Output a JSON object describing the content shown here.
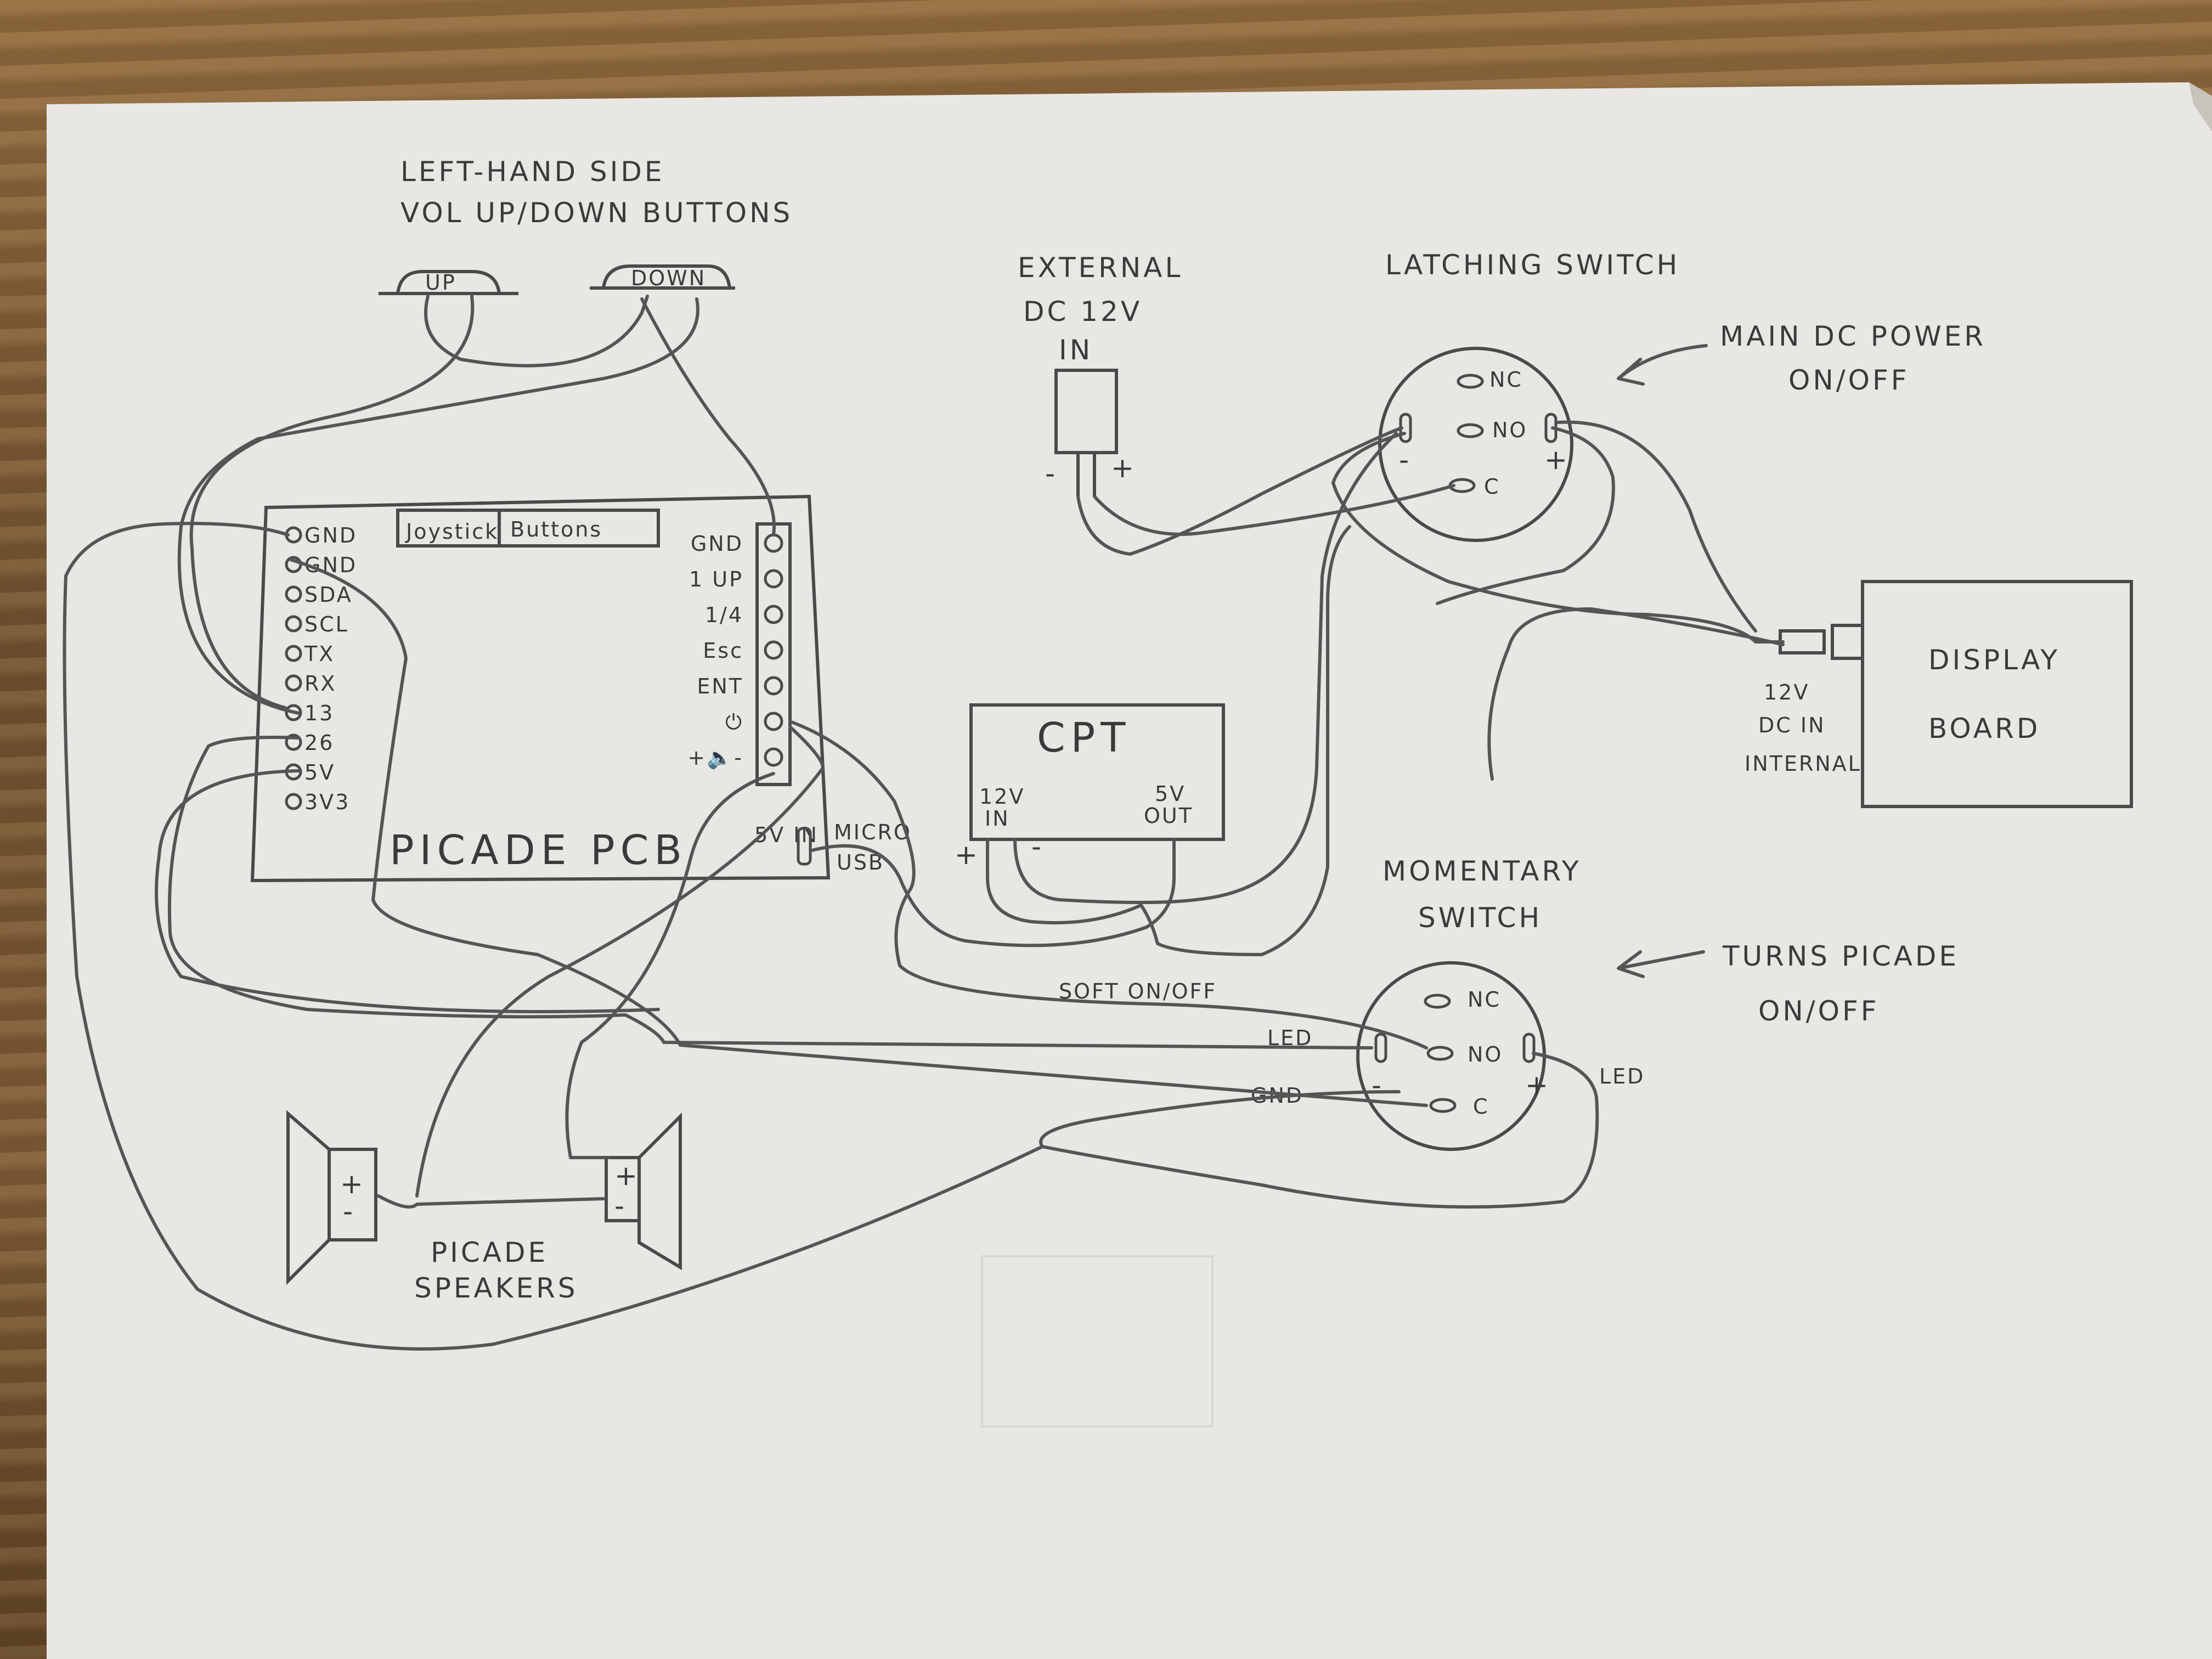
{
  "vol_buttons": {
    "heading_line1": "LEFT-HAND SIDE",
    "heading_line2": "VOL UP/DOWN BUTTONS",
    "up_label": "UP",
    "down_label": "DOWN"
  },
  "dc_in": {
    "line1": "EXTERNAL",
    "line2": "DC 12V",
    "line3": "IN",
    "minus": "-",
    "plus": "+"
  },
  "latching_switch": {
    "title": "LATCHING SWITCH",
    "note_line1": "MAIN DC POWER",
    "note_line2": "ON/OFF",
    "nc": "NC",
    "no": "NO",
    "c": "C",
    "minus": "-",
    "plus": "+"
  },
  "display_board": {
    "label_line1": "DISPLAY",
    "label_line2": "BOARD",
    "input_line1": "12V",
    "input_line2": "DC IN",
    "input_line3": "INTERNAL"
  },
  "picade_pcb": {
    "title": "PICADE PCB",
    "header_joystick": "Joystick",
    "header_buttons": "Buttons",
    "left_pins": [
      "GND",
      "GND",
      "SDA",
      "SCL",
      "TX",
      "RX",
      "13",
      "26",
      "5V",
      "3V3"
    ],
    "right_pins": [
      "GND",
      "1 UP",
      "1/4",
      "Esc",
      "ENT",
      "⏻",
      "+🔈-"
    ],
    "power_in": "5V IN",
    "micro_usb_line1": "MICRO",
    "micro_usb_line2": "USB"
  },
  "cpt": {
    "title": "CPT",
    "in_line1": "12V",
    "in_line2": "IN",
    "out_line1": "5V",
    "out_line2": "OUT",
    "plus": "+",
    "minus": "-"
  },
  "momentary_switch": {
    "title_line1": "MOMENTARY",
    "title_line2": "SWITCH",
    "note_line1": "TURNS PICADE",
    "note_line2": "ON/OFF",
    "nc": "NC",
    "no": "NO",
    "c": "C",
    "minus": "-",
    "plus": "+",
    "wire_soft": "SOFT ON/OFF",
    "wire_led_left": "LED",
    "wire_gnd": "GND",
    "wire_led_right": "LED"
  },
  "speakers": {
    "line1": "PICADE",
    "line2": "SPEAKERS",
    "plus": "+",
    "minus": "-"
  }
}
